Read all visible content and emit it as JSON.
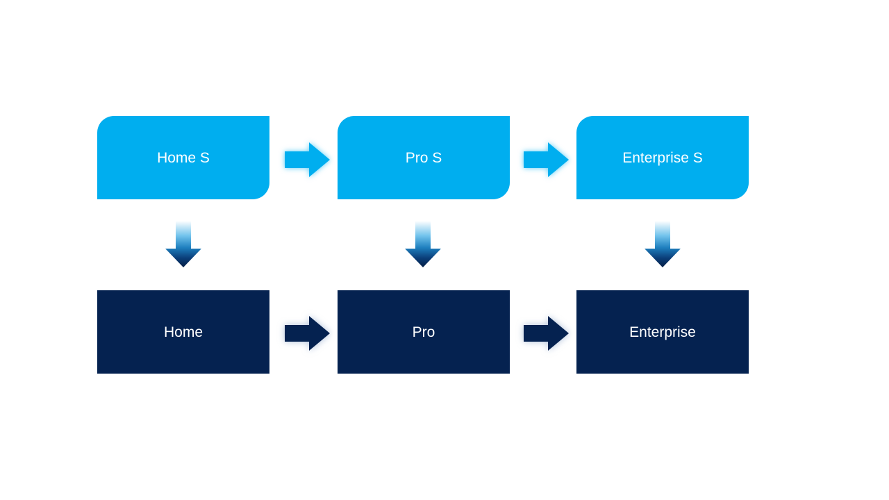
{
  "slide": {
    "background": "#FFFFFF",
    "colors": {
      "light_blue": "#00AEEF",
      "dark_navy": "#052250",
      "label_text": "#FFFFFF",
      "down_gradient": [
        "#FFFFFF",
        "#72C3EC",
        "#1E7FBE",
        "#0B3E79",
        "#041E45"
      ]
    },
    "top_row": {
      "nodes": [
        {
          "label": "Home S"
        },
        {
          "label": "Pro S"
        },
        {
          "label": "Enterprise S"
        }
      ]
    },
    "bottom_row": {
      "nodes": [
        {
          "label": "Home"
        },
        {
          "label": "Pro"
        },
        {
          "label": "Enterprise"
        }
      ]
    }
  }
}
